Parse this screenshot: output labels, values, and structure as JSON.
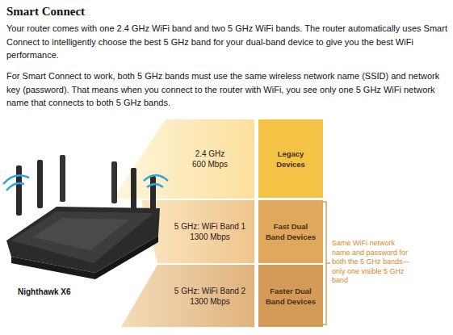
{
  "diagram": {
    "title": "Smart Connect",
    "nodes": [
      {
        "text": [
          "2.4 GHz",
          "600 Mbps"
        ]
      },
      {
        "text": [
          "Legacy Devices"
        ]
      },
      {
        "text": [
          "5 GHz: WiFi Band 1",
          "1300 Mbps"
        ]
      },
      {
        "text": [
          "Fast Dual Band Devices"
        ]
      },
      {
        "text": [
          "5 GHz: WiFi Band 2",
          "1300 Mbps"
        ]
      },
      {
        "text": [
          "Faster Dual Band Devices"
        ]
      }
    ],
    "labels": [
      "Your router comes with one 2.4 GHz WiFi band and two 5 GHz WiFi bands. The router automatically uses Smart Connect to intelligently choose the best 5 GHz band for your dual-band device to give you the best WiFi performance.",
      "For Smart Connect to work, both 5 GHz bands must use the same wireless network name (SSID) and network key (password). That means when you connect to the router with WiFi, you see only one 5 GHz WiFi network name that connects to both 5 GHz bands.",
      "Same WiFi network name and password for both the 5 GHz bands—only one visible 5 GHz band",
      "Nighthawk X6"
    ]
  }
}
